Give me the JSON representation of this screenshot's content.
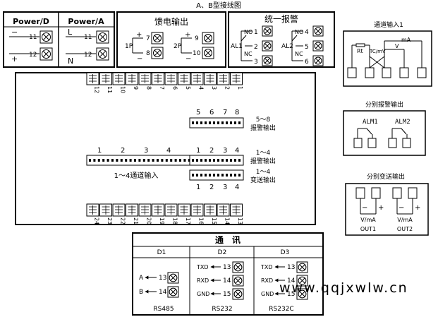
{
  "title": "A、B型接线图",
  "power": {
    "d_label": "Power/D",
    "a_label": "Power/A",
    "d_terms": [
      {
        "sign": "−",
        "num": "11"
      },
      {
        "sign": "+",
        "num": "12"
      }
    ],
    "a_terms": [
      {
        "sign": "L",
        "num": "11"
      },
      {
        "sign": "N",
        "num": "12"
      }
    ]
  },
  "feed": {
    "title": "馈电输出",
    "groups": [
      {
        "name": "1P",
        "plus_num": "7",
        "minus_num": "8"
      },
      {
        "name": "2P",
        "plus_num": "9",
        "minus_num": "10"
      }
    ],
    "plus": "+",
    "minus": "−"
  },
  "alarm_unified": {
    "title": "统一报警",
    "left": {
      "name": "AL1",
      "labels": [
        "NO",
        "",
        "NC"
      ],
      "nums": [
        "1",
        "2",
        "3"
      ]
    },
    "right": {
      "name": "AL2",
      "labels": [
        "NO",
        "",
        "NC"
      ],
      "nums": [
        "4",
        "5",
        "6"
      ]
    }
  },
  "main": {
    "top_terms": [
      "12",
      "11",
      "10",
      "9",
      "8",
      "7",
      "6",
      "5",
      "4",
      "3",
      "2",
      "1"
    ],
    "bottom_terms": [
      "24",
      "23",
      "22",
      "21",
      "20",
      "19",
      "18",
      "17",
      "16",
      "15",
      "14",
      "13"
    ],
    "ch_nums": [
      "1",
      "2",
      "3",
      "4"
    ],
    "channel_input_label": "1～4通道输入",
    "alarm58_nums": [
      "5",
      "6",
      "7",
      "8"
    ],
    "alarm58_label_a": "5～8",
    "alarm58_label_b": "报警输出",
    "alarm14_nums": [
      "1",
      "2",
      "3",
      "4"
    ],
    "alarm14_label_a": "1～4",
    "alarm14_label_b": "报警输出",
    "trans_nums": [
      "1",
      "2",
      "3",
      "4"
    ],
    "trans_label_a": "1～4",
    "trans_label_b": "变送输出"
  },
  "channel_input": {
    "title": "通道输入1",
    "rt": "Rt",
    "tc": "TC/mV",
    "v": "V",
    "ma": "mA"
  },
  "sep_alarm": {
    "title": "分别报警输出",
    "alm1": "ALM1",
    "alm2": "ALM2"
  },
  "sep_trans": {
    "title": "分别变送输出",
    "unit": "V/mA",
    "out1": "OUT1",
    "out2": "OUT2",
    "minus": "−",
    "plus": "+"
  },
  "comm": {
    "title": "通　讯",
    "d1": {
      "name": "D1",
      "rows": [
        {
          "sig": "A",
          "num": "13"
        },
        {
          "sig": "B",
          "num": "14"
        }
      ],
      "proto": "RS485"
    },
    "d2": {
      "name": "D2",
      "rows": [
        {
          "sig": "TXD",
          "num": "13"
        },
        {
          "sig": "RXD",
          "num": "14"
        },
        {
          "sig": "GND",
          "num": "15"
        }
      ],
      "proto": "RS232"
    },
    "d3": {
      "name": "D3",
      "rows": [
        {
          "sig": "TXD",
          "num": "13"
        },
        {
          "sig": "RXD",
          "num": "14"
        },
        {
          "sig": "GND",
          "num": "15"
        }
      ],
      "proto": "RS232C"
    }
  },
  "watermark": "www.qqjxwlw.cn"
}
